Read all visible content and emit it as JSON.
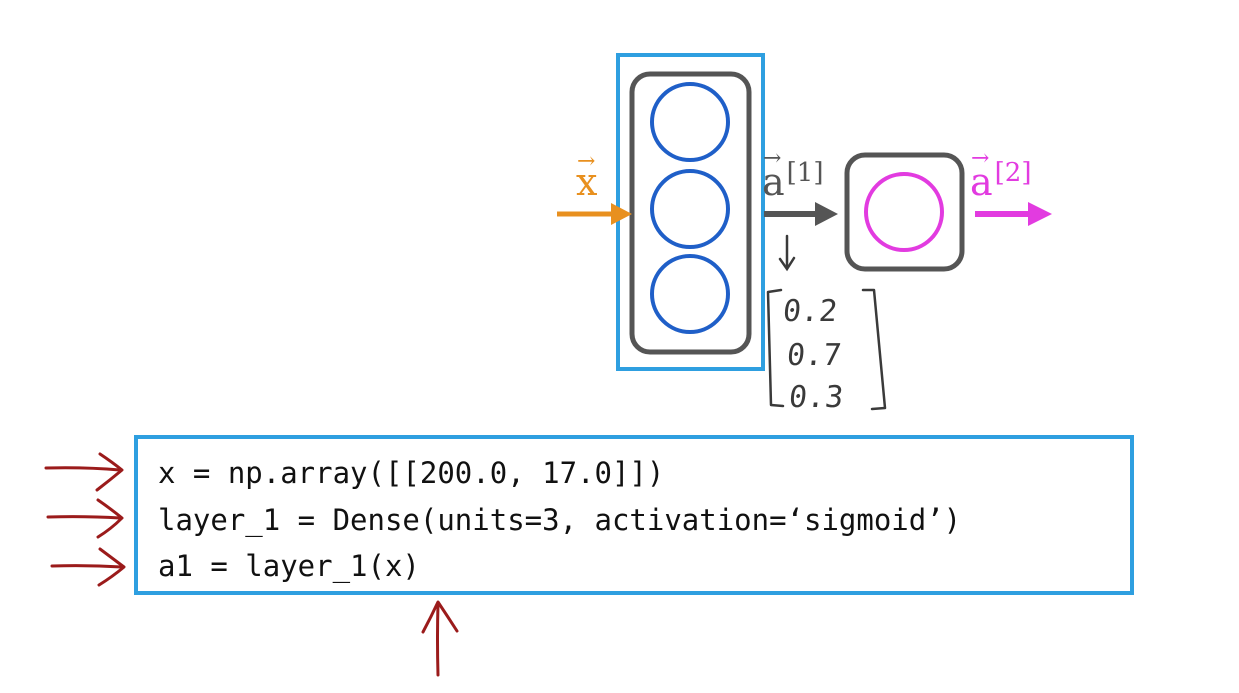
{
  "diagram": {
    "input_label": "x",
    "hidden_output_label": "a",
    "hidden_output_superscript": "[1]",
    "final_output_label": "a",
    "final_output_superscript": "[2]",
    "vector_arrow_glyph": "→",
    "hidden_layer_units": 3,
    "output_layer_units": 1,
    "activation_values": [
      "0.2",
      "0.7",
      "0.3"
    ],
    "colors": {
      "input": "#e8901f",
      "hidden_units": "#1f5fc8",
      "output_unit": "#e23be0",
      "layer_box": "#555555",
      "highlight": "#2e9fe0",
      "annotation_arrows": "#9b1b1b"
    }
  },
  "code": {
    "lines": [
      "x = np.array([[200.0, 17.0]])",
      "layer_1 = Dense(units=3, activation=‘sigmoid’)",
      "a1 = layer_1(x)"
    ]
  }
}
